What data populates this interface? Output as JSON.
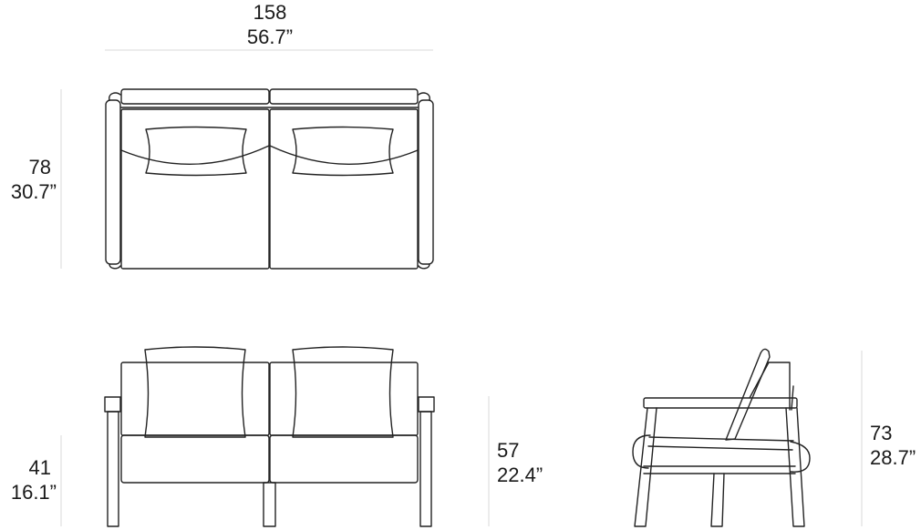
{
  "dimensions": {
    "width": {
      "cm": "158",
      "in": "56.7”"
    },
    "depth": {
      "cm": "78",
      "in": "30.7”"
    },
    "seat_height": {
      "cm": "41",
      "in": "16.1”"
    },
    "arm_height": {
      "cm": "57",
      "in": "22.4”"
    },
    "total_height": {
      "cm": "73",
      "in": "28.7”"
    }
  },
  "colors": {
    "line": "#222222",
    "guide": "#d9d9d9",
    "text": "#1a1a1a"
  }
}
